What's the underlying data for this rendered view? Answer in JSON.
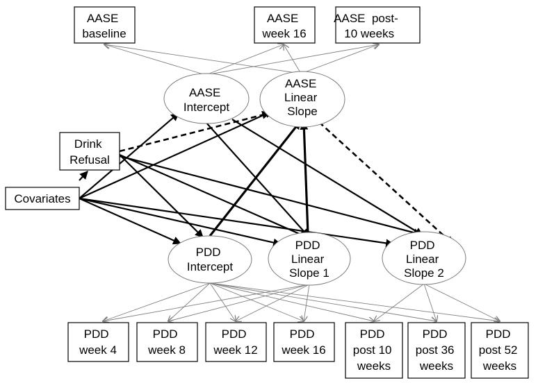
{
  "nodes": {
    "aase_baseline": [
      "AASE",
      "baseline"
    ],
    "aase_week16": [
      "AASE",
      "week 16"
    ],
    "aase_post10": [
      "AASE  post-",
      "10 weeks"
    ],
    "aase_intercept": [
      "AASE",
      "Intercept"
    ],
    "aase_slope": [
      "AASE",
      "Linear",
      "Slope"
    ],
    "drink_refusal": [
      "Drink",
      "Refusal"
    ],
    "covariates": [
      "Covariates"
    ],
    "pdd_intercept": [
      "PDD",
      "Intercept"
    ],
    "pdd_slope1": [
      "PDD",
      "Linear",
      "Slope 1"
    ],
    "pdd_slope2": [
      "PDD",
      "Linear",
      "Slope 2"
    ],
    "pdd_week4": [
      "PDD",
      "week 4"
    ],
    "pdd_week8": [
      "PDD",
      "week 8"
    ],
    "pdd_week12": [
      "PDD",
      "week 12"
    ],
    "pdd_week16": [
      "PDD",
      "week 16"
    ],
    "pdd_post10": [
      "PDD",
      "post 10",
      "weeks"
    ],
    "pdd_post36": [
      "PDD",
      "post 36",
      "weeks"
    ],
    "pdd_post52": [
      "PDD",
      "post 52",
      "weeks"
    ]
  },
  "paths": [
    {
      "from": "aase_intercept",
      "to": "aase_baseline",
      "style": "thin"
    },
    {
      "from": "aase_intercept",
      "to": "aase_week16",
      "style": "thin"
    },
    {
      "from": "aase_intercept",
      "to": "aase_post10",
      "style": "thin"
    },
    {
      "from": "aase_slope",
      "to": "aase_baseline",
      "style": "thin"
    },
    {
      "from": "aase_slope",
      "to": "aase_week16",
      "style": "thin"
    },
    {
      "from": "aase_slope",
      "to": "aase_post10",
      "style": "thin"
    },
    {
      "from": "covariates",
      "to": "drink_refusal",
      "style": "thick"
    },
    {
      "from": "covariates",
      "to": "aase_intercept",
      "style": "thick"
    },
    {
      "from": "covariates",
      "to": "aase_slope",
      "style": "thick"
    },
    {
      "from": "covariates",
      "to": "pdd_intercept",
      "style": "thick"
    },
    {
      "from": "covariates",
      "to": "pdd_slope1",
      "style": "thick"
    },
    {
      "from": "covariates",
      "to": "pdd_slope2",
      "style": "thick"
    },
    {
      "from": "drink_refusal",
      "to": "aase_slope",
      "style": "dashed"
    },
    {
      "from": "drink_refusal",
      "to": "pdd_intercept",
      "style": "thick"
    },
    {
      "from": "drink_refusal",
      "to": "pdd_slope1",
      "style": "thick"
    },
    {
      "from": "drink_refusal",
      "to": "pdd_slope2",
      "style": "thick"
    },
    {
      "from": "aase_intercept",
      "to": "pdd_slope1",
      "style": "thick"
    },
    {
      "from": "aase_intercept",
      "to": "pdd_slope2",
      "style": "thick"
    },
    {
      "from": "pdd_intercept",
      "to": "aase_slope",
      "style": "thicker"
    },
    {
      "from": "pdd_slope1",
      "to": "aase_slope",
      "style": "thicker"
    },
    {
      "from": "aase_slope",
      "to": "pdd_slope2",
      "style": "dashed"
    },
    {
      "from": "pdd_intercept",
      "to": "pdd_week4",
      "style": "thin"
    },
    {
      "from": "pdd_intercept",
      "to": "pdd_week8",
      "style": "thin"
    },
    {
      "from": "pdd_intercept",
      "to": "pdd_week12",
      "style": "thin"
    },
    {
      "from": "pdd_intercept",
      "to": "pdd_week16",
      "style": "thin"
    },
    {
      "from": "pdd_intercept",
      "to": "pdd_post10",
      "style": "thin"
    },
    {
      "from": "pdd_intercept",
      "to": "pdd_post36",
      "style": "thin"
    },
    {
      "from": "pdd_intercept",
      "to": "pdd_post52",
      "style": "thin"
    },
    {
      "from": "pdd_slope1",
      "to": "pdd_week4",
      "style": "thin"
    },
    {
      "from": "pdd_slope1",
      "to": "pdd_week8",
      "style": "thin"
    },
    {
      "from": "pdd_slope1",
      "to": "pdd_week12",
      "style": "thin"
    },
    {
      "from": "pdd_slope1",
      "to": "pdd_week16",
      "style": "thin"
    },
    {
      "from": "pdd_slope2",
      "to": "pdd_post10",
      "style": "thin"
    },
    {
      "from": "pdd_slope2",
      "to": "pdd_post36",
      "style": "thin"
    },
    {
      "from": "pdd_slope2",
      "to": "pdd_post52",
      "style": "thin"
    }
  ]
}
